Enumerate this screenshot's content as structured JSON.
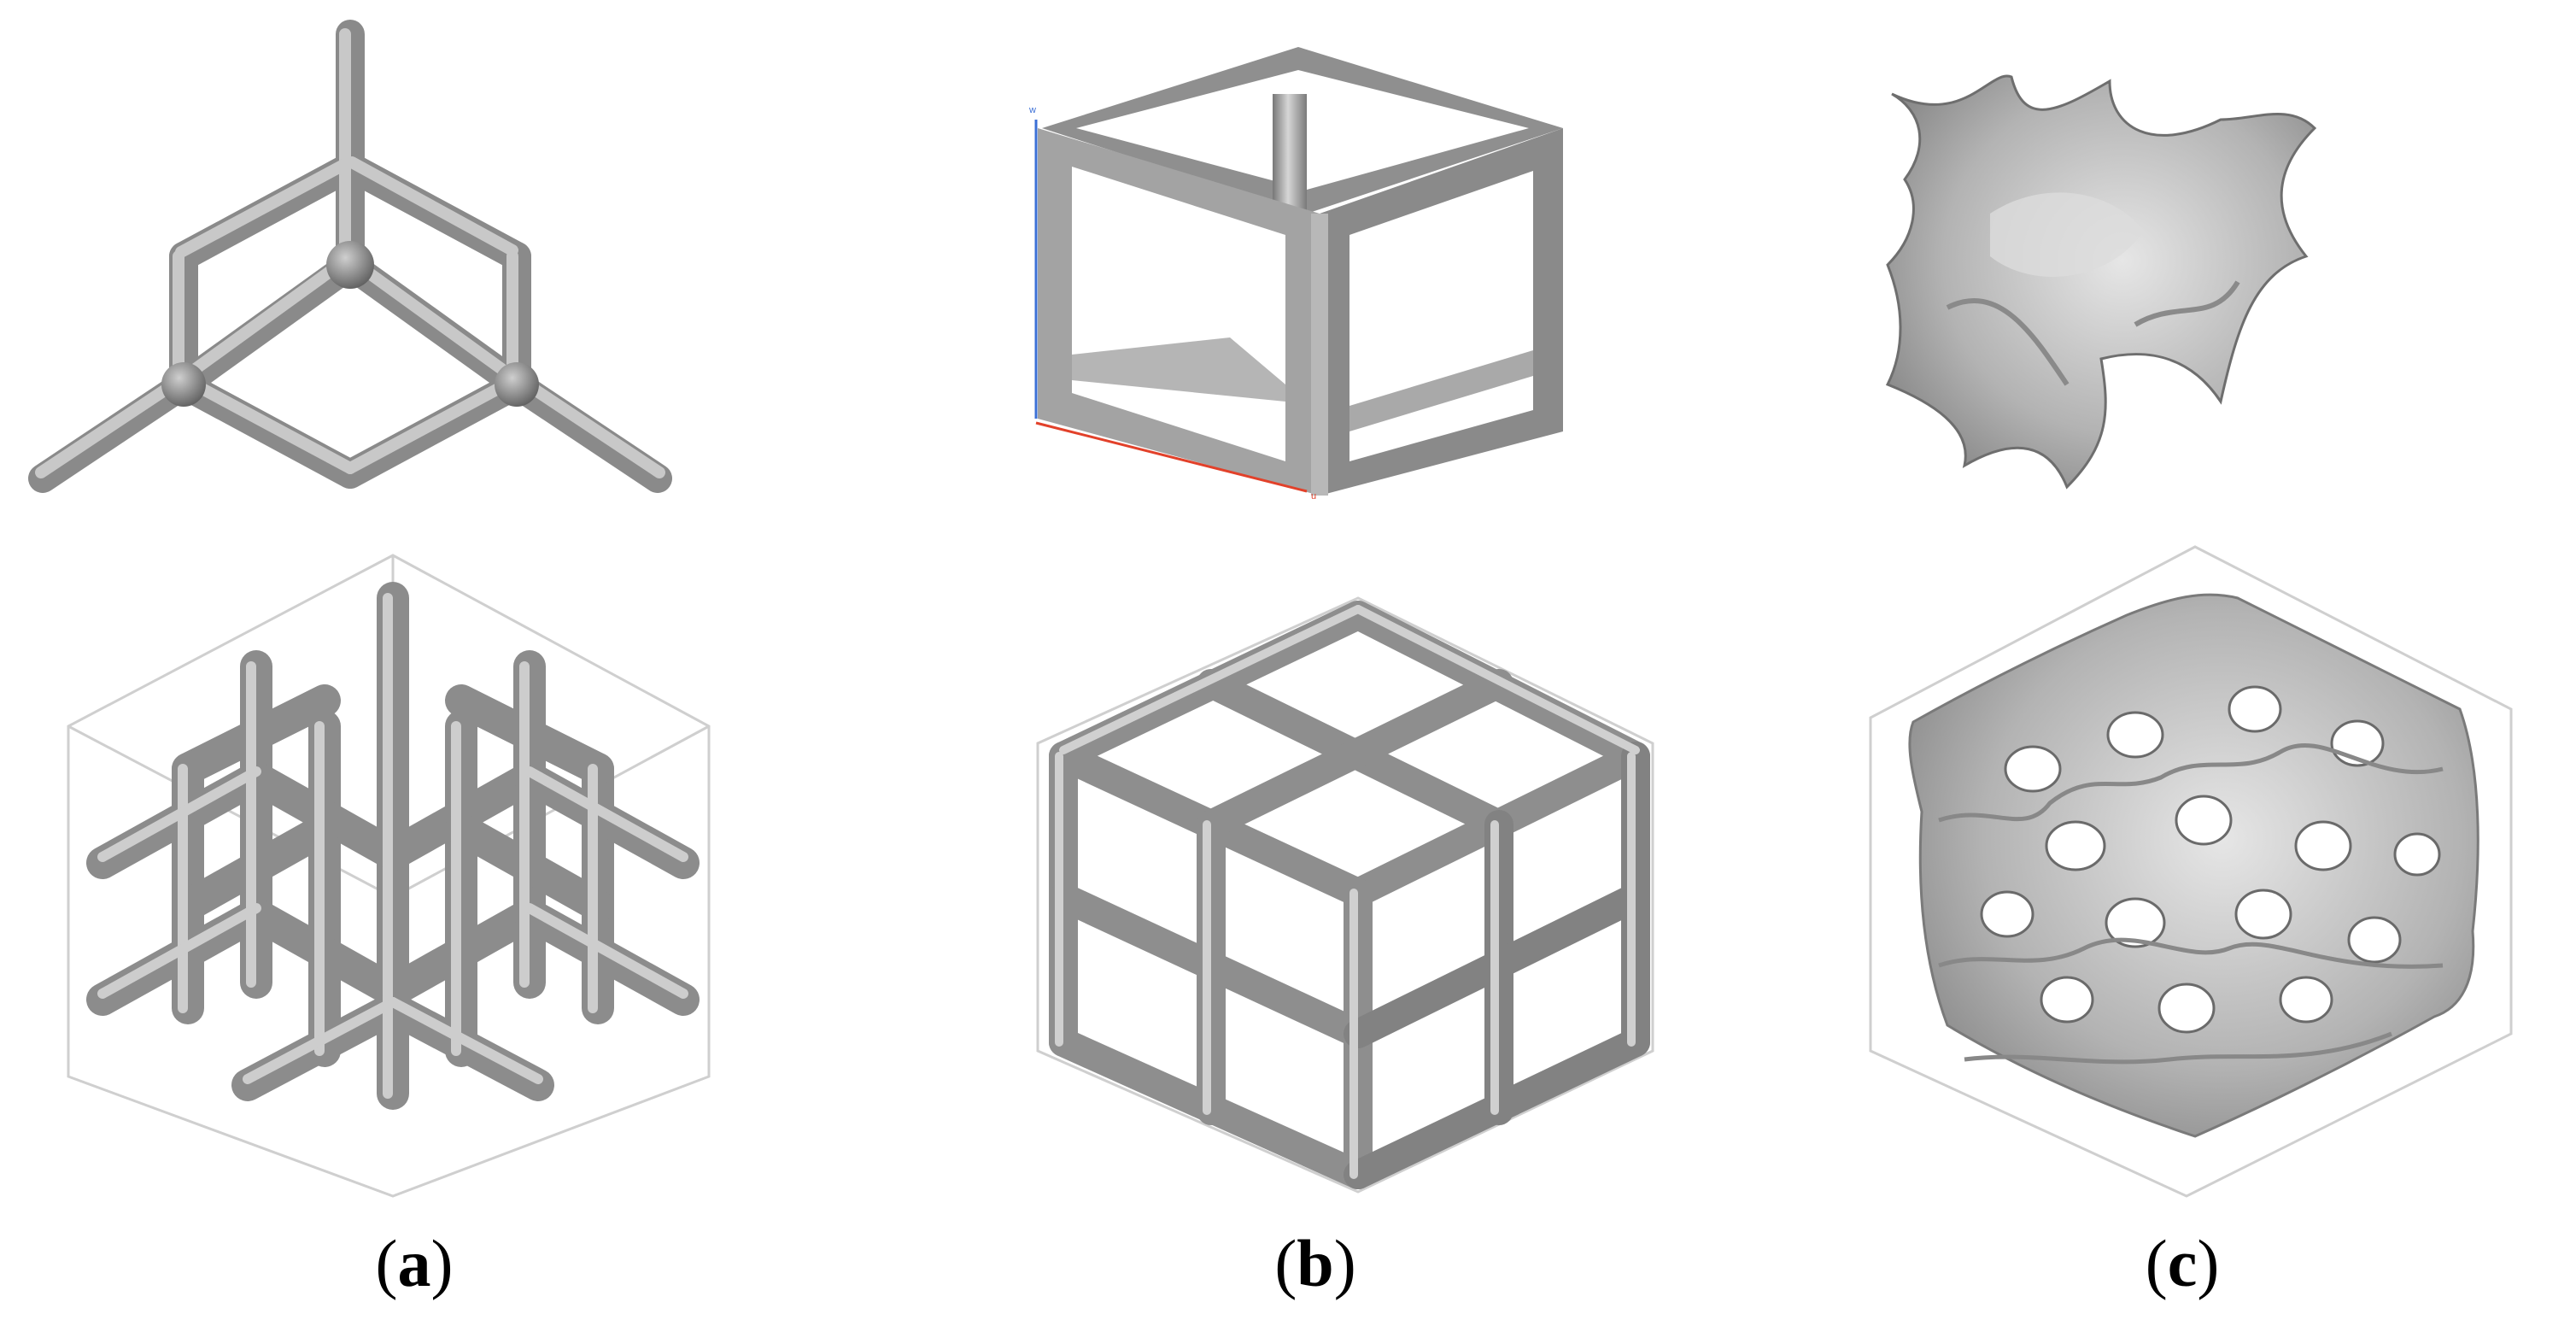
{
  "figure": {
    "panels": [
      {
        "id": "a",
        "label": "a",
        "unit_cell": "diamond-strut",
        "lattice": "diamond-strut-2x2x2"
      },
      {
        "id": "b",
        "label": "b",
        "unit_cell": "cubic-frame",
        "lattice": "cubic-grid-2x2x2",
        "axis_tags": [
          "w",
          "u"
        ]
      },
      {
        "id": "c",
        "label": "c",
        "unit_cell": "gyroid-tpms",
        "lattice": "gyroid-tpms-block"
      }
    ],
    "colors": {
      "strut_light": "#c9c9c9",
      "strut_mid": "#9a9a9a",
      "strut_dark": "#6f6f6f",
      "bbox_line": "#cfcfcf",
      "axis_w": "#3b6fd6",
      "axis_u": "#e2412a"
    }
  }
}
